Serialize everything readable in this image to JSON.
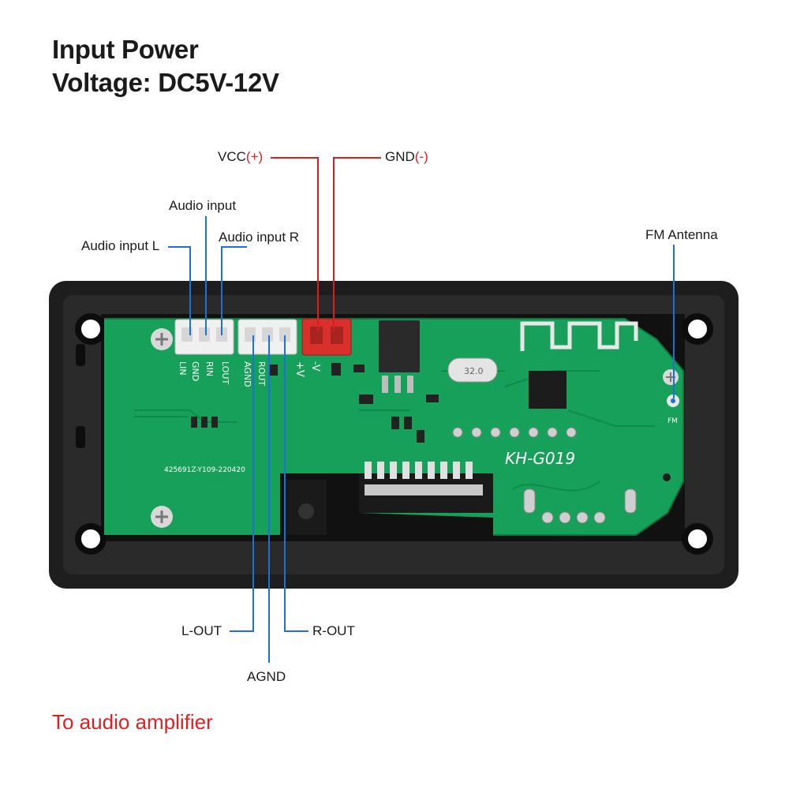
{
  "title": {
    "line1": "Input Power",
    "line2": "Voltage: DC5V-12V"
  },
  "callouts": {
    "vcc": "VCC",
    "vcc_sign": "(+)",
    "gnd": "GND",
    "gnd_sign": "(-)",
    "audio_input": "Audio input",
    "audio_input_l": "Audio input L",
    "audio_input_r": "Audio input R",
    "fm_antenna": "FM Antenna",
    "l_out": "L-OUT",
    "r_out": "R-OUT",
    "agnd": "AGND"
  },
  "board": {
    "model": "KH-G019",
    "serial": "425691Z-Y109-220420",
    "pin_labels_left": [
      "LIN",
      "GND",
      "RIN",
      "LOUT"
    ],
    "pin_labels_right": [
      "AGND",
      "ROUT"
    ],
    "power_labels": [
      "+V",
      "-V"
    ],
    "antenna_label": "FM",
    "crystal": "32.0"
  },
  "footer": "To audio amplifier",
  "colors": {
    "callout_line": "#1e6fd6",
    "power_line": "#d81f1f",
    "pcb": "#16a05a",
    "frame": "#1e1e1e",
    "accent_red": "#e02020"
  }
}
